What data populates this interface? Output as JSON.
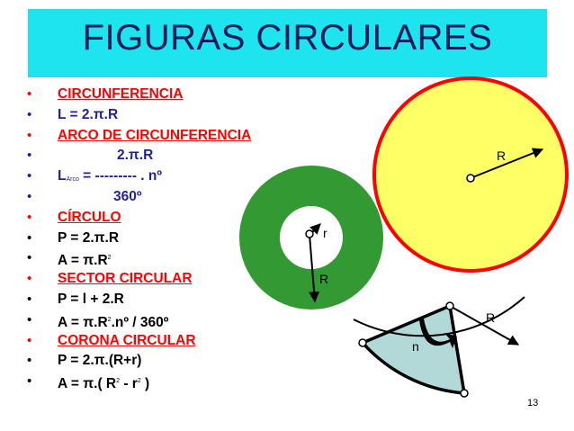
{
  "slide": {
    "title": "FIGURAS CIRCULARES",
    "page_number": "13",
    "bullet_glyph": "•",
    "bullets": [
      {
        "text": "CIRCUNFERENCIA",
        "color": "red"
      },
      {
        "text": "L = 2.π.R",
        "color": "blue"
      },
      {
        "text": "ARCO DE CIRCUNFERENCIA",
        "color": "red"
      },
      {
        "text": "2.π.R",
        "color": "blue"
      },
      {
        "text_l": "L",
        "text_sub": "Arco",
        "text_rest": " = --------- . nº",
        "color": "blue"
      },
      {
        "text": "360º",
        "color": "blue"
      },
      {
        "text": "CÍRCULO",
        "color": "red"
      },
      {
        "text": "P = 2.π.R",
        "color": "black"
      },
      {
        "text_main": "A = π.R",
        "text_sup": "2",
        "color": "black"
      },
      {
        "text": "SECTOR CIRCULAR",
        "color": "red"
      },
      {
        "text": "P = l + 2.R",
        "color": "black"
      },
      {
        "text_main": "A = π.R",
        "text_sup": "2",
        "text_rest": ".nº / 360º",
        "color": "black"
      },
      {
        "text": "CORONA CIRCULAR",
        "color": "red"
      },
      {
        "text": "P = 2.π.(R+r)",
        "color": "black"
      },
      {
        "text_main": "A = π.( R",
        "text_sup": "2",
        "text_mid": " - r",
        "text_sup2": "2",
        "text_rest": " )",
        "color": "black"
      }
    ]
  },
  "figures": {
    "circle_label": "R",
    "ring_inner_label": "r",
    "ring_outer_label": "R",
    "sector_radius_label": "R",
    "sector_angle_label": "n",
    "colors": {
      "circle_fill": "#ffff66",
      "circle_border": "#ff0000",
      "ring": "#339933",
      "sector_fill": "#b2d8d8",
      "title_bg": "#1de4ee"
    }
  }
}
